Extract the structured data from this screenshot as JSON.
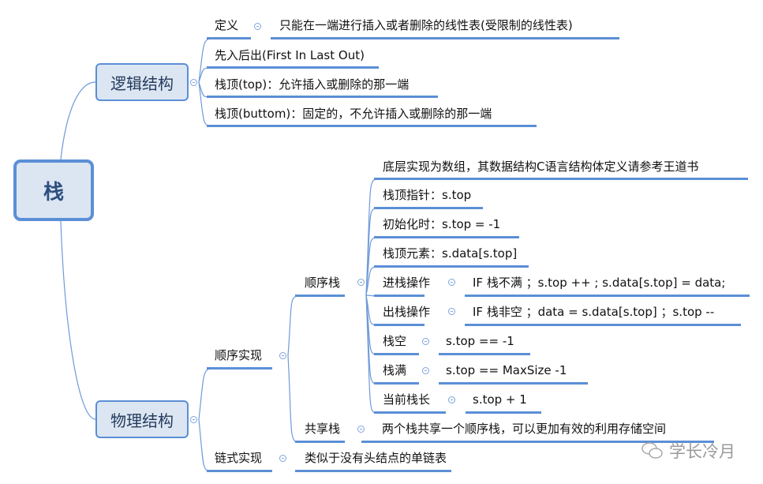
{
  "root": "栈",
  "logic": {
    "label": "逻辑结构",
    "items": [
      {
        "label": "定义",
        "content": "只能在一端进行插入或者删除的线性表(受限制的线性表)"
      },
      {
        "label": "先入后出(First In Last Out)"
      },
      {
        "label": "栈顶(top)：允许插入或删除的那一端"
      },
      {
        "label": "栈顶(buttom)：固定的，不允许插入或删除的那一端"
      }
    ]
  },
  "physical": {
    "label": "物理结构",
    "seq_impl": {
      "label": "顺序实现",
      "seq_stack": {
        "label": "顺序栈",
        "items": [
          {
            "label": "底层实现为数组，其数据结构C语言结构体定义请参考王道书"
          },
          {
            "label": "栈顶指针：s.top"
          },
          {
            "label": "初始化时：s.top = -1"
          },
          {
            "label": "栈顶元素：s.data[s.top]"
          },
          {
            "label": "进栈操作",
            "content": "IF 栈不满 ；s.top ++ ; s.data[s.top] = data;"
          },
          {
            "label": "出栈操作",
            "content": "IF 栈非空 ；data = s.data[s.top] ；s.top --"
          },
          {
            "label": "栈空",
            "content": "s.top == -1"
          },
          {
            "label": "栈满",
            "content": "s.top == MaxSize -1"
          },
          {
            "label": "当前栈长",
            "content": "s.top + 1"
          }
        ]
      },
      "shared": {
        "label": "共享栈",
        "content": "两个栈共享一个顺序栈，可以更加有效的利用存储空间"
      }
    },
    "linked": {
      "label": "链式实现",
      "content": "类似于没有头结点的单链表"
    }
  },
  "watermark": "学长冷月",
  "colors": {
    "line": "#5b8fd6",
    "fill": "#dce6f2"
  }
}
